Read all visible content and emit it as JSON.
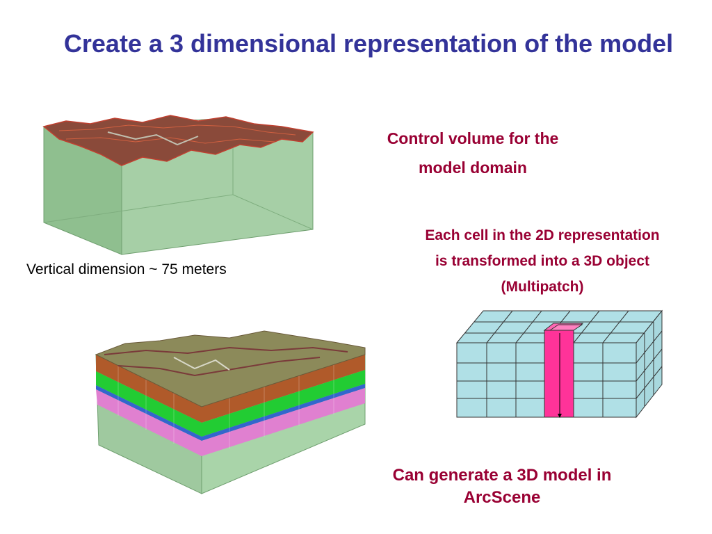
{
  "slide": {
    "title": "Create a 3 dimensional representation of the model",
    "control_volume_caption": [
      "Control volume for the",
      "model domain"
    ],
    "vertical_dimension_note": "Vertical dimension ~ 75 meters",
    "cell_transform_caption": [
      "Each cell in the 2D representation",
      "is transformed into a 3D object",
      "(Multipatch)"
    ],
    "arcscene_caption": [
      "Can generate a 3D model in",
      "ArcScene"
    ]
  },
  "colors": {
    "title": "#333399",
    "captions": "#990033",
    "volume_fill": "#9bc49b",
    "grid_fill": "#b0e0e6",
    "highlight_cell": "#ff3399"
  }
}
